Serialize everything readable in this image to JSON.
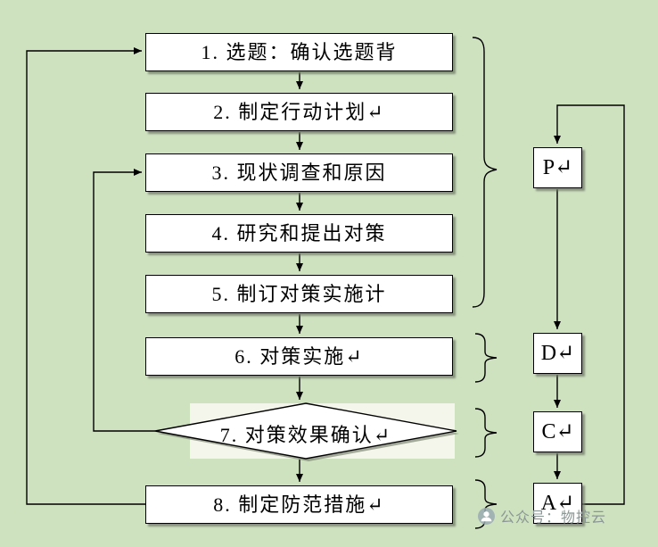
{
  "steps": [
    {
      "label": "1. 选题：确认选题背"
    },
    {
      "label": "2. 制定行动计划↵"
    },
    {
      "label": "3. 现状调查和原因"
    },
    {
      "label": "4. 研究和提出对策"
    },
    {
      "label": "5. 制订对策实施计"
    },
    {
      "label": "6. 对策实施↵"
    },
    {
      "label": "7. 对策效果确认↵"
    },
    {
      "label": "8. 制定防范措施↵"
    }
  ],
  "pdca": {
    "p": "P↵",
    "d": "D↵",
    "c": "C↵",
    "a": "A↵"
  },
  "watermark": {
    "text": "公众号：物控云"
  },
  "colors": {
    "background": "#cfe2c0",
    "box_fill": "#ffffff",
    "line": "#000000",
    "highlight_band": "#f4f6ec",
    "shadow": "#6e7864",
    "watermark_gray": "#8a9794"
  }
}
